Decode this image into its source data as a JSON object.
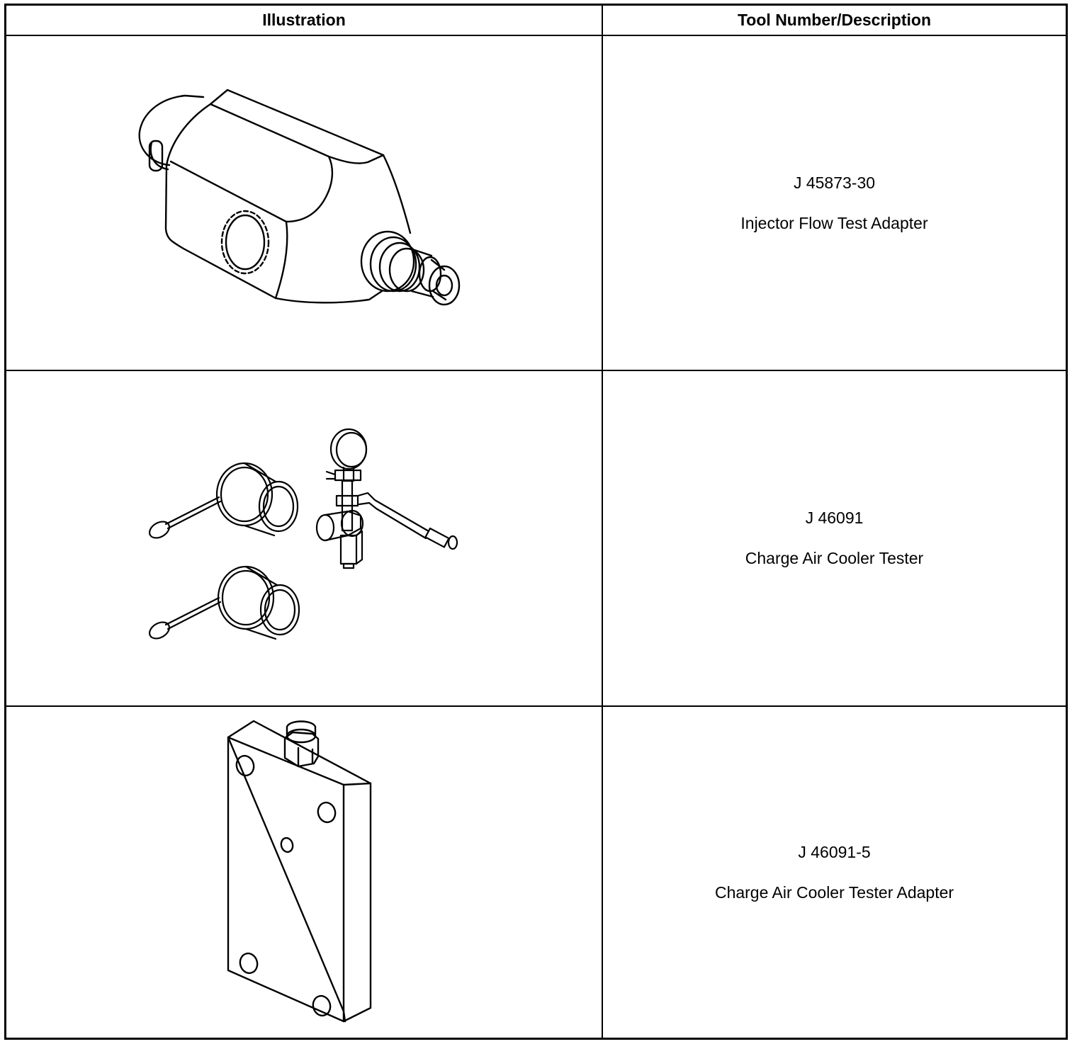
{
  "header": {
    "illustration": "Illustration",
    "tool": "Tool Number/Description"
  },
  "rows": [
    {
      "illustration_icon": "injector-flow-test-adapter-drawing",
      "tool_number": "J 45873-30",
      "description": "Injector Flow Test Adapter"
    },
    {
      "illustration_icon": "charge-air-cooler-tester-drawing",
      "tool_number": "J 46091",
      "description": "Charge Air Cooler Tester"
    },
    {
      "illustration_icon": "charge-air-cooler-tester-adapter-drawing",
      "tool_number": "J 46091-5",
      "description": "Charge Air Cooler Tester Adapter"
    }
  ]
}
